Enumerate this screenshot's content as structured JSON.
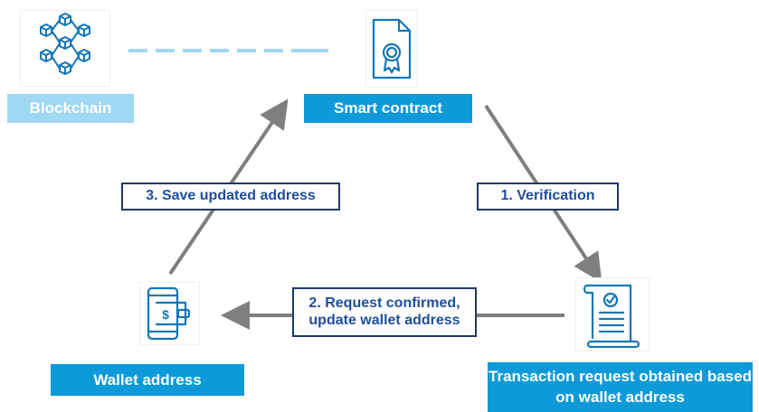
{
  "colors": {
    "primary": "#0e9ad8",
    "light": "#9ed8f3",
    "icon": "#1476b4",
    "arrow": "#7f7f7f",
    "step_border": "#1f3864",
    "step_text": "#1f4e9b"
  },
  "nodes": {
    "blockchain": {
      "label": "Blockchain",
      "icon": "blockchain-cubes-icon"
    },
    "smart_contract": {
      "label": "Smart contract",
      "icon": "certificate-document-icon"
    },
    "transaction": {
      "label": "Transaction request obtained based on wallet address",
      "icon": "checklist-scroll-icon"
    },
    "wallet": {
      "label": "Wallet address",
      "icon": "phone-wallet-icon"
    }
  },
  "steps": [
    {
      "label": "1. Verification"
    },
    {
      "label": "2. Request confirmed, update wallet address"
    },
    {
      "label": "3. Save updated address"
    }
  ]
}
